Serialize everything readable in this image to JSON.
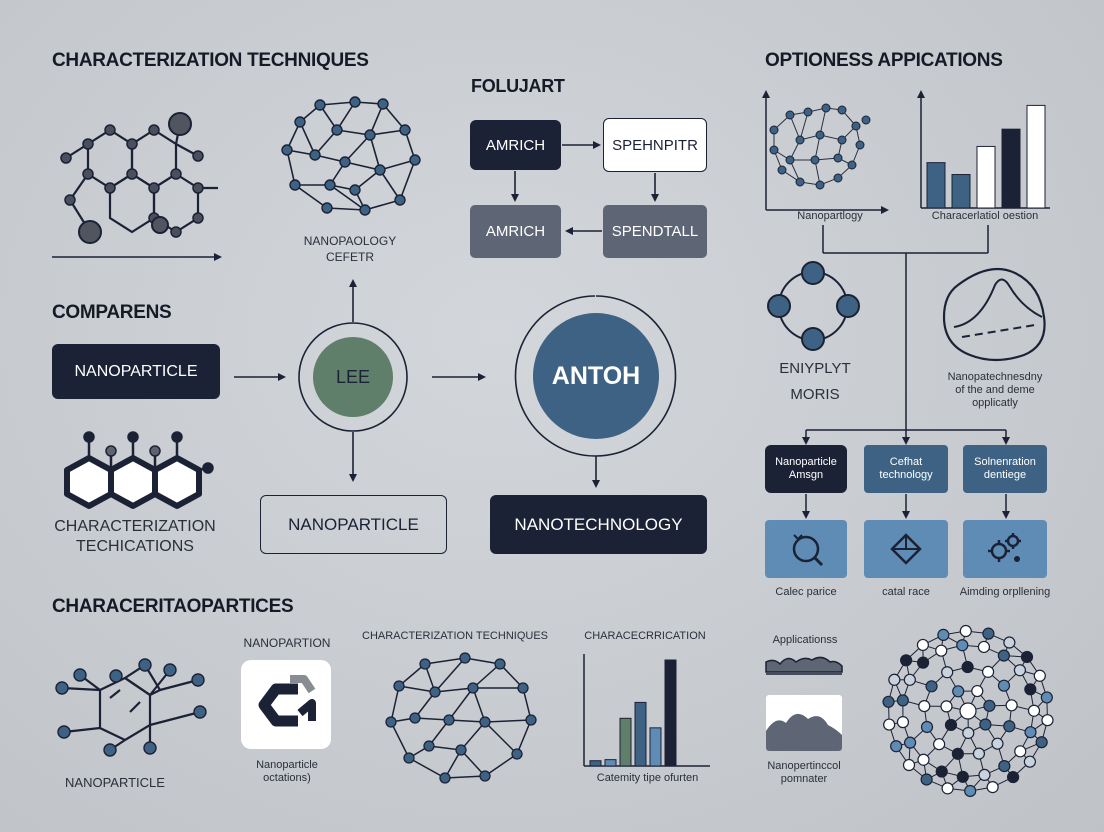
{
  "headings": {
    "characterization_techniques": "CHARACTERIZATION TECHNIQUES",
    "optioness_applications": "OPTIONESS APPICATIONS",
    "foluart": "FOLUJART",
    "comparens": "COMPARENS",
    "characeritaoparticles": "CHARACERITAOPARTICES"
  },
  "top_left": {
    "network_caption_line1": "NANOPAOLOGY",
    "network_caption_line2": "CEFETR"
  },
  "flowchart": {
    "box1": "AMRICH",
    "box2": "SPEHNPITR",
    "box3": "AMRICH",
    "box4": "SPENDTALL"
  },
  "comparens": {
    "nanoparticle_box": "NANOPARTICLE",
    "lee_circle": "LEE",
    "antoh_circle": "ANTOH",
    "nanoparticle_box2": "NANOPARTICLE",
    "nanotechnology_box": "NANOTECHNOLOGY",
    "hex_caption_line1": "CHARACTERIZATION",
    "hex_caption_line2": "TECHICATIONS"
  },
  "right_panel": {
    "scatter_caption": "Nanopartlogy",
    "bar_caption": "Characerlatiol oestion",
    "ring_caption_line1": "ENIYPLYT",
    "ring_caption_line2": "MORIS",
    "shape_caption_line1": "Nanopatechnesdny",
    "shape_caption_line2": "of the and deme",
    "shape_caption_line3": "opplicatly",
    "tag1_line1": "Nanoparticle",
    "tag1_line2": "Amsgn",
    "tag2_line1": "Cefhat",
    "tag2_line2": "technology",
    "tag3_line1": "Solnenration",
    "tag3_line2": "dentiege",
    "icon1_caption": "Calec parice",
    "icon2_caption": "catal race",
    "icon3_caption": "Aimding orpllening"
  },
  "bottom": {
    "mol_caption": "NANOPARTICLE",
    "logo_title": "NANOPARTION",
    "logo_caption_line1": "Nanoparticle",
    "logo_caption_line2": "octations)",
    "network_title": "CHARACTERIZATION TECHNIQUES",
    "chart_title": "CHARACECRRICATION",
    "chart_caption": "Catemity tipe ofurten",
    "applications_title": "Applicationss",
    "applications_caption_line1": "Nanopertinccol",
    "applications_caption_line2": "pomnater"
  },
  "colors": {
    "dark_navy": "#1c2236",
    "steel_blue": "#3d6283",
    "light_blue": "#5e8cb4",
    "green": "#5f7f6a",
    "grey_box": "#5e6575"
  },
  "chart_data": [
    {
      "type": "bar",
      "categories": [
        "",
        "",
        "",
        "",
        ""
      ],
      "values": [
        42,
        31,
        57,
        73,
        95
      ],
      "ylim": [
        0,
        100
      ]
    },
    {
      "type": "bar",
      "categories": [
        "",
        "",
        "",
        "",
        "",
        ""
      ],
      "values": [
        5,
        6,
        45,
        60,
        36,
        100
      ],
      "ylim": [
        0,
        100
      ]
    }
  ]
}
